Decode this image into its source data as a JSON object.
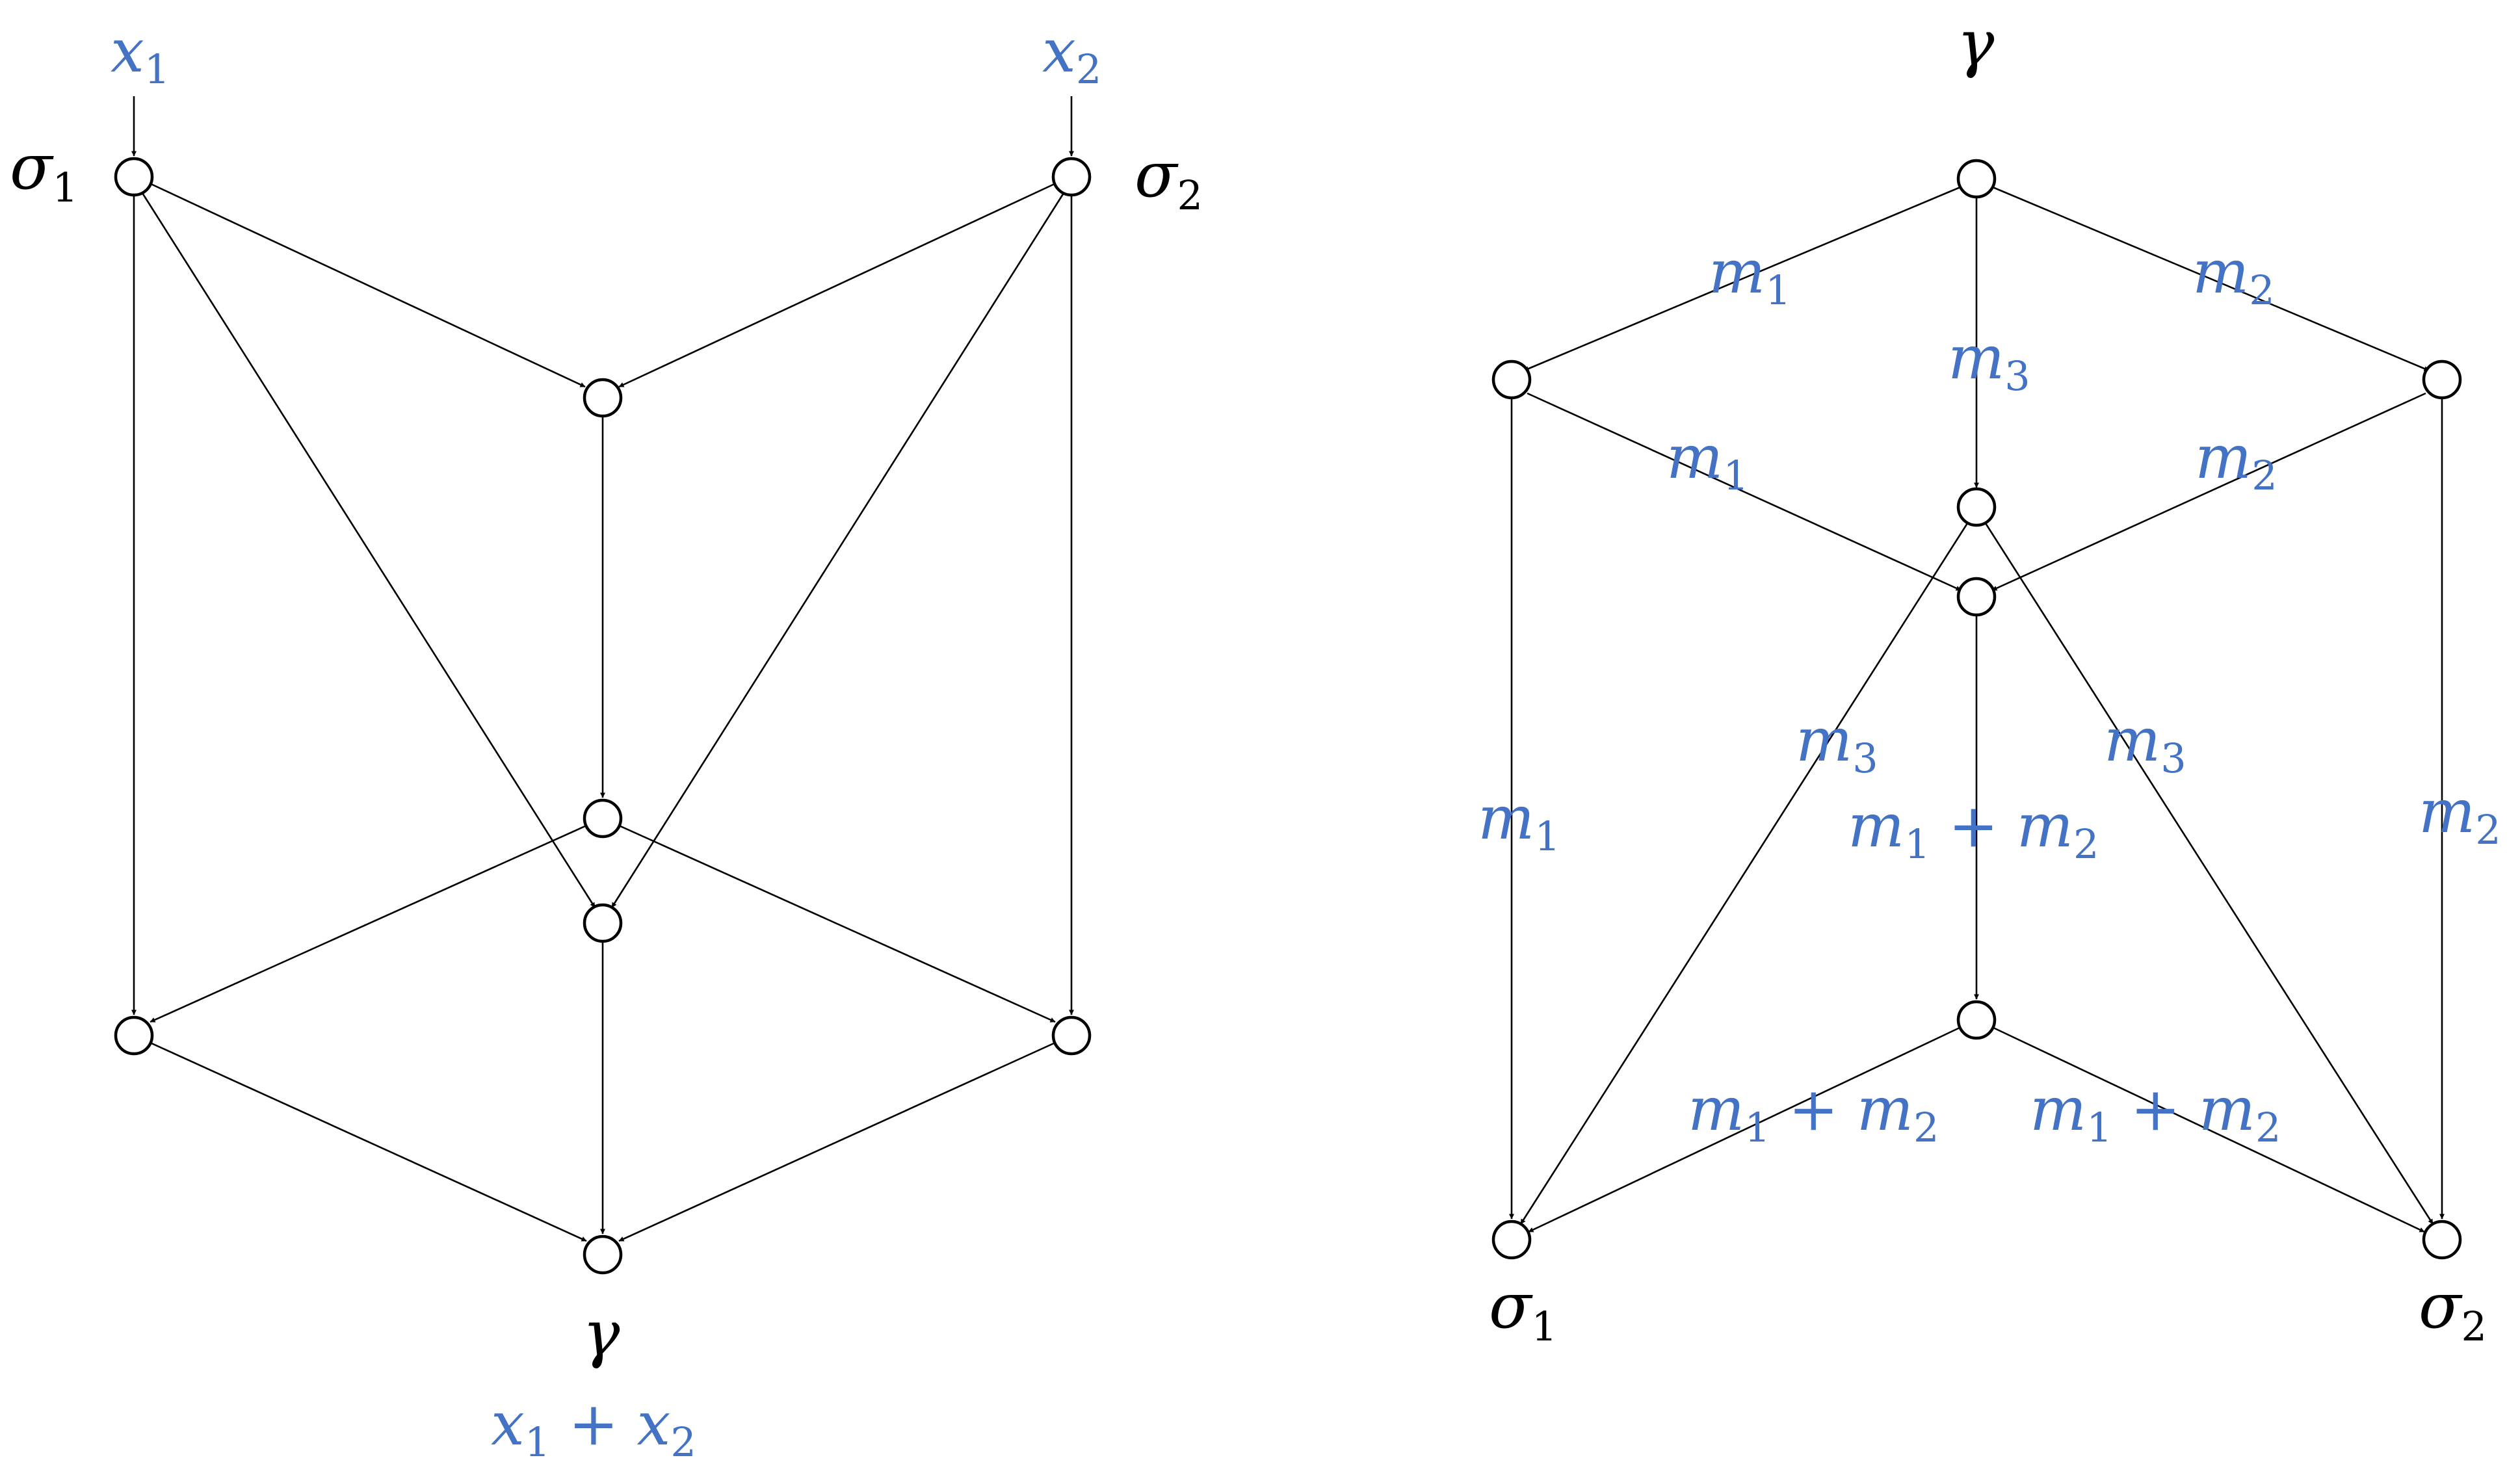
{
  "colors": {
    "edge": "#000000",
    "node_stroke": "#000000",
    "node_fill": "#ffffff",
    "variable_label": "#000000",
    "quantity_label": "#4472C4"
  },
  "left_graph": {
    "inputs": [
      {
        "id": "x1",
        "base": "x",
        "sub": "1"
      },
      {
        "id": "x2",
        "base": "x",
        "sub": "2"
      }
    ],
    "labels": [
      {
        "id": "sigma1",
        "base": "σ",
        "sub": "1"
      },
      {
        "id": "sigma2",
        "base": "σ",
        "sub": "2"
      },
      {
        "id": "gamma",
        "base": "γ",
        "sub": ""
      }
    ],
    "output_sum": {
      "a": "x",
      "a_sub": "1",
      "op": "+",
      "b": "x",
      "b_sub": "2"
    }
  },
  "right_graph": {
    "labels": [
      {
        "id": "gamma",
        "base": "γ",
        "sub": ""
      },
      {
        "id": "sigma1",
        "base": "σ",
        "sub": "1"
      },
      {
        "id": "sigma2",
        "base": "σ",
        "sub": "2"
      }
    ],
    "edge_labels": [
      {
        "id": "top-left",
        "base": "m",
        "sub": "1"
      },
      {
        "id": "top-right",
        "base": "m",
        "sub": "2"
      },
      {
        "id": "top-center",
        "base": "m",
        "sub": "3"
      },
      {
        "id": "upper-left-diag",
        "base": "m",
        "sub": "1"
      },
      {
        "id": "upper-right-diag",
        "base": "m",
        "sub": "2"
      },
      {
        "id": "lower-left-diag",
        "base": "m",
        "sub": "3"
      },
      {
        "id": "lower-right-diag",
        "base": "m",
        "sub": "3"
      },
      {
        "id": "left-vertical",
        "base": "m",
        "sub": "1"
      },
      {
        "id": "right-vertical",
        "base": "m",
        "sub": "2"
      }
    ],
    "sum_labels": [
      {
        "id": "center-vertical",
        "a": "m",
        "a_sub": "1",
        "op": "+",
        "b": "m",
        "b_sub": "2"
      },
      {
        "id": "bottom-left",
        "a": "m",
        "a_sub": "1",
        "op": "+",
        "b": "m",
        "b_sub": "2"
      },
      {
        "id": "bottom-right",
        "a": "m",
        "a_sub": "1",
        "op": "+",
        "b": "m",
        "b_sub": "2"
      }
    ]
  }
}
